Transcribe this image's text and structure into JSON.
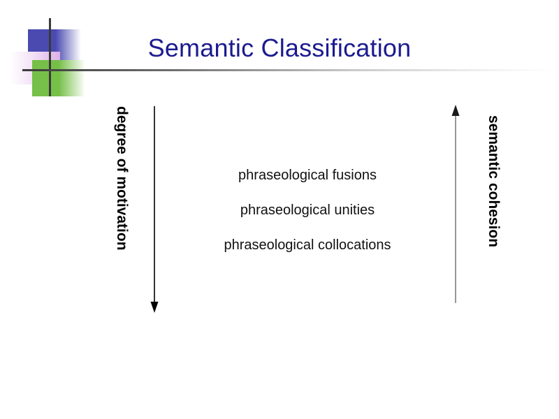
{
  "slide": {
    "title": "Semantic Classification",
    "title_color": "#1b1b8f",
    "background": "#ffffff"
  },
  "logo": {
    "blue_color": "#4a4ab0",
    "green_color": "#76bf48",
    "pink_color": "#dcb0e6",
    "line_color": "#3a3a3a"
  },
  "axes": {
    "left": {
      "label": "degree of motivation",
      "direction": "down",
      "color": "#000000"
    },
    "right": {
      "label": "semantic cohesion",
      "direction": "up",
      "color": "#808080"
    }
  },
  "content": {
    "items": [
      "phraseological fusions",
      "phraseological unities",
      "phraseological collocations"
    ]
  }
}
